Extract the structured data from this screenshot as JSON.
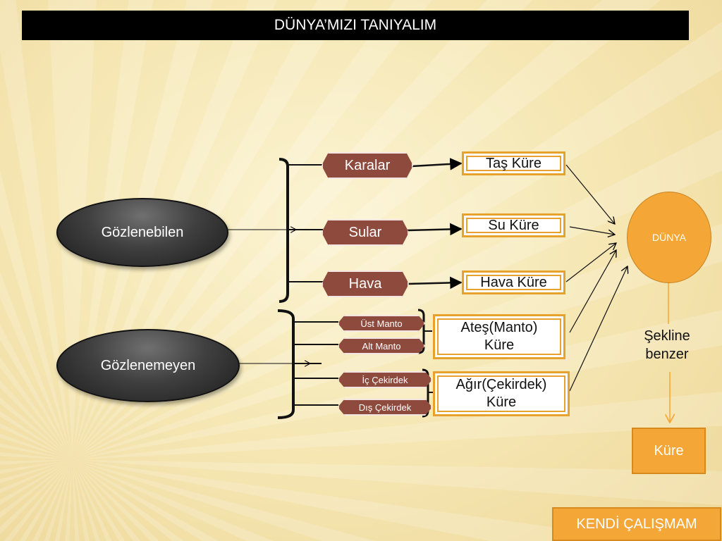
{
  "title": "DÜNYA’MIZI TANIYALIM",
  "observable": {
    "label": "Gözlenebilen",
    "items": [
      "Karalar",
      "Sular",
      "Hava"
    ],
    "spheres": [
      "Taş Küre",
      "Su Küre",
      "Hava Küre"
    ]
  },
  "unobservable": {
    "label": "Gözlenemeyen",
    "mantle_parts": [
      "Üst Manto",
      "Alt Manto"
    ],
    "core_parts": [
      "İç Çekirdek",
      "Dış Çekirdek"
    ],
    "mantle_sphere": {
      "line1": "Ateş(Manto)",
      "line2": "Küre"
    },
    "core_sphere": {
      "line1": "Ağır(Çekirdek)",
      "line2": "Küre"
    }
  },
  "earth": {
    "label": "DÜNYA",
    "shape_line1": "Şekline",
    "shape_line2": "benzer",
    "result": "Küre"
  },
  "footer_button": "KENDİ ÇALIŞMAM",
  "colors": {
    "title_bg": "#000000",
    "pill_bg": "#8e4a3c",
    "box_border": "#e6a22c",
    "earth_fill": "#f4a636",
    "oval_fill": "#404040"
  }
}
